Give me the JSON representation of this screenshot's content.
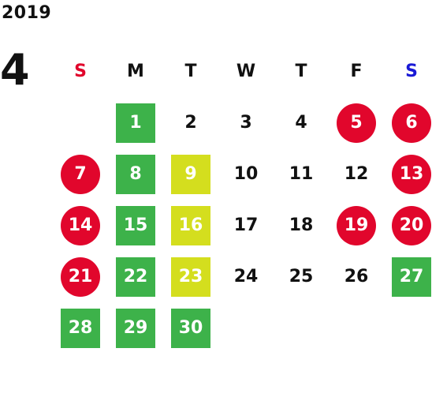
{
  "header": {
    "year": "2019",
    "month": "4"
  },
  "weekdays": [
    {
      "label": "S",
      "color": "#e1062c"
    },
    {
      "label": "M",
      "color": "#111111"
    },
    {
      "label": "T",
      "color": "#111111"
    },
    {
      "label": "W",
      "color": "#111111"
    },
    {
      "label": "T",
      "color": "#111111"
    },
    {
      "label": "F",
      "color": "#111111"
    },
    {
      "label": "S",
      "color": "#1a1ad6"
    }
  ],
  "legend_colors": {
    "holiday": "#e1062c",
    "green": "#3db24a",
    "yellow": "#d4de1e"
  },
  "weeks": [
    [
      {
        "day": "",
        "style": "none"
      },
      {
        "day": "1",
        "style": "green"
      },
      {
        "day": "2",
        "style": "plain"
      },
      {
        "day": "3",
        "style": "plain"
      },
      {
        "day": "4",
        "style": "plain"
      },
      {
        "day": "5",
        "style": "holiday"
      },
      {
        "day": "6",
        "style": "holiday"
      }
    ],
    [
      {
        "day": "7",
        "style": "holiday"
      },
      {
        "day": "8",
        "style": "green"
      },
      {
        "day": "9",
        "style": "yellow"
      },
      {
        "day": "10",
        "style": "plain"
      },
      {
        "day": "11",
        "style": "plain"
      },
      {
        "day": "12",
        "style": "plain"
      },
      {
        "day": "13",
        "style": "holiday"
      }
    ],
    [
      {
        "day": "14",
        "style": "holiday"
      },
      {
        "day": "15",
        "style": "green"
      },
      {
        "day": "16",
        "style": "yellow"
      },
      {
        "day": "17",
        "style": "plain"
      },
      {
        "day": "18",
        "style": "plain"
      },
      {
        "day": "19",
        "style": "holiday"
      },
      {
        "day": "20",
        "style": "holiday"
      }
    ],
    [
      {
        "day": "21",
        "style": "holiday"
      },
      {
        "day": "22",
        "style": "green"
      },
      {
        "day": "23",
        "style": "yellow"
      },
      {
        "day": "24",
        "style": "plain"
      },
      {
        "day": "25",
        "style": "plain"
      },
      {
        "day": "26",
        "style": "plain"
      },
      {
        "day": "27",
        "style": "green"
      }
    ],
    [
      {
        "day": "28",
        "style": "green"
      },
      {
        "day": "29",
        "style": "green"
      },
      {
        "day": "30",
        "style": "green"
      },
      {
        "day": "",
        "style": "none"
      },
      {
        "day": "",
        "style": "none"
      },
      {
        "day": "",
        "style": "none"
      },
      {
        "day": "",
        "style": "none"
      }
    ]
  ]
}
